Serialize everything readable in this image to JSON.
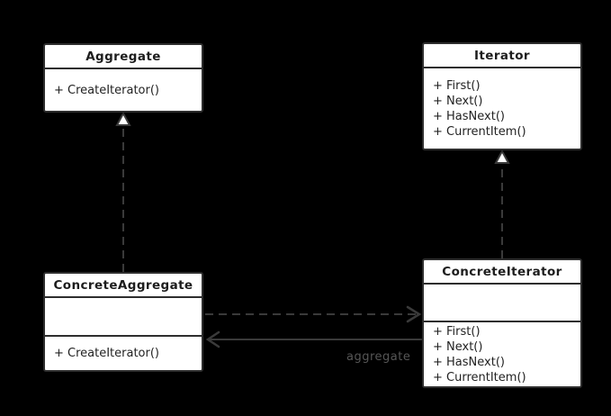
{
  "diagram": {
    "classes": [
      {
        "name": "Aggregate",
        "methods": [
          "+ CreateIterator()"
        ]
      },
      {
        "name": "Iterator",
        "methods": [
          "+ First()",
          "+ Next()",
          "+ HasNext()",
          "+ CurrentItem()"
        ]
      },
      {
        "name": "ConcreteAggregate",
        "methods": [
          "+ CreateIterator()"
        ]
      },
      {
        "name": "ConcreteIterator",
        "methods": [
          "+ First()",
          "+ Next()",
          "+ HasNext()",
          "+ CurrentItem()"
        ]
      }
    ],
    "relationships": {
      "association_label": "aggregate"
    },
    "colors": {
      "background": "#000000",
      "box_fill": "#ffffff",
      "box_border": "#2e2e2e",
      "connector": "#3a3a3a",
      "label_text": "#565656",
      "class_text": "#1d1d1d"
    }
  }
}
